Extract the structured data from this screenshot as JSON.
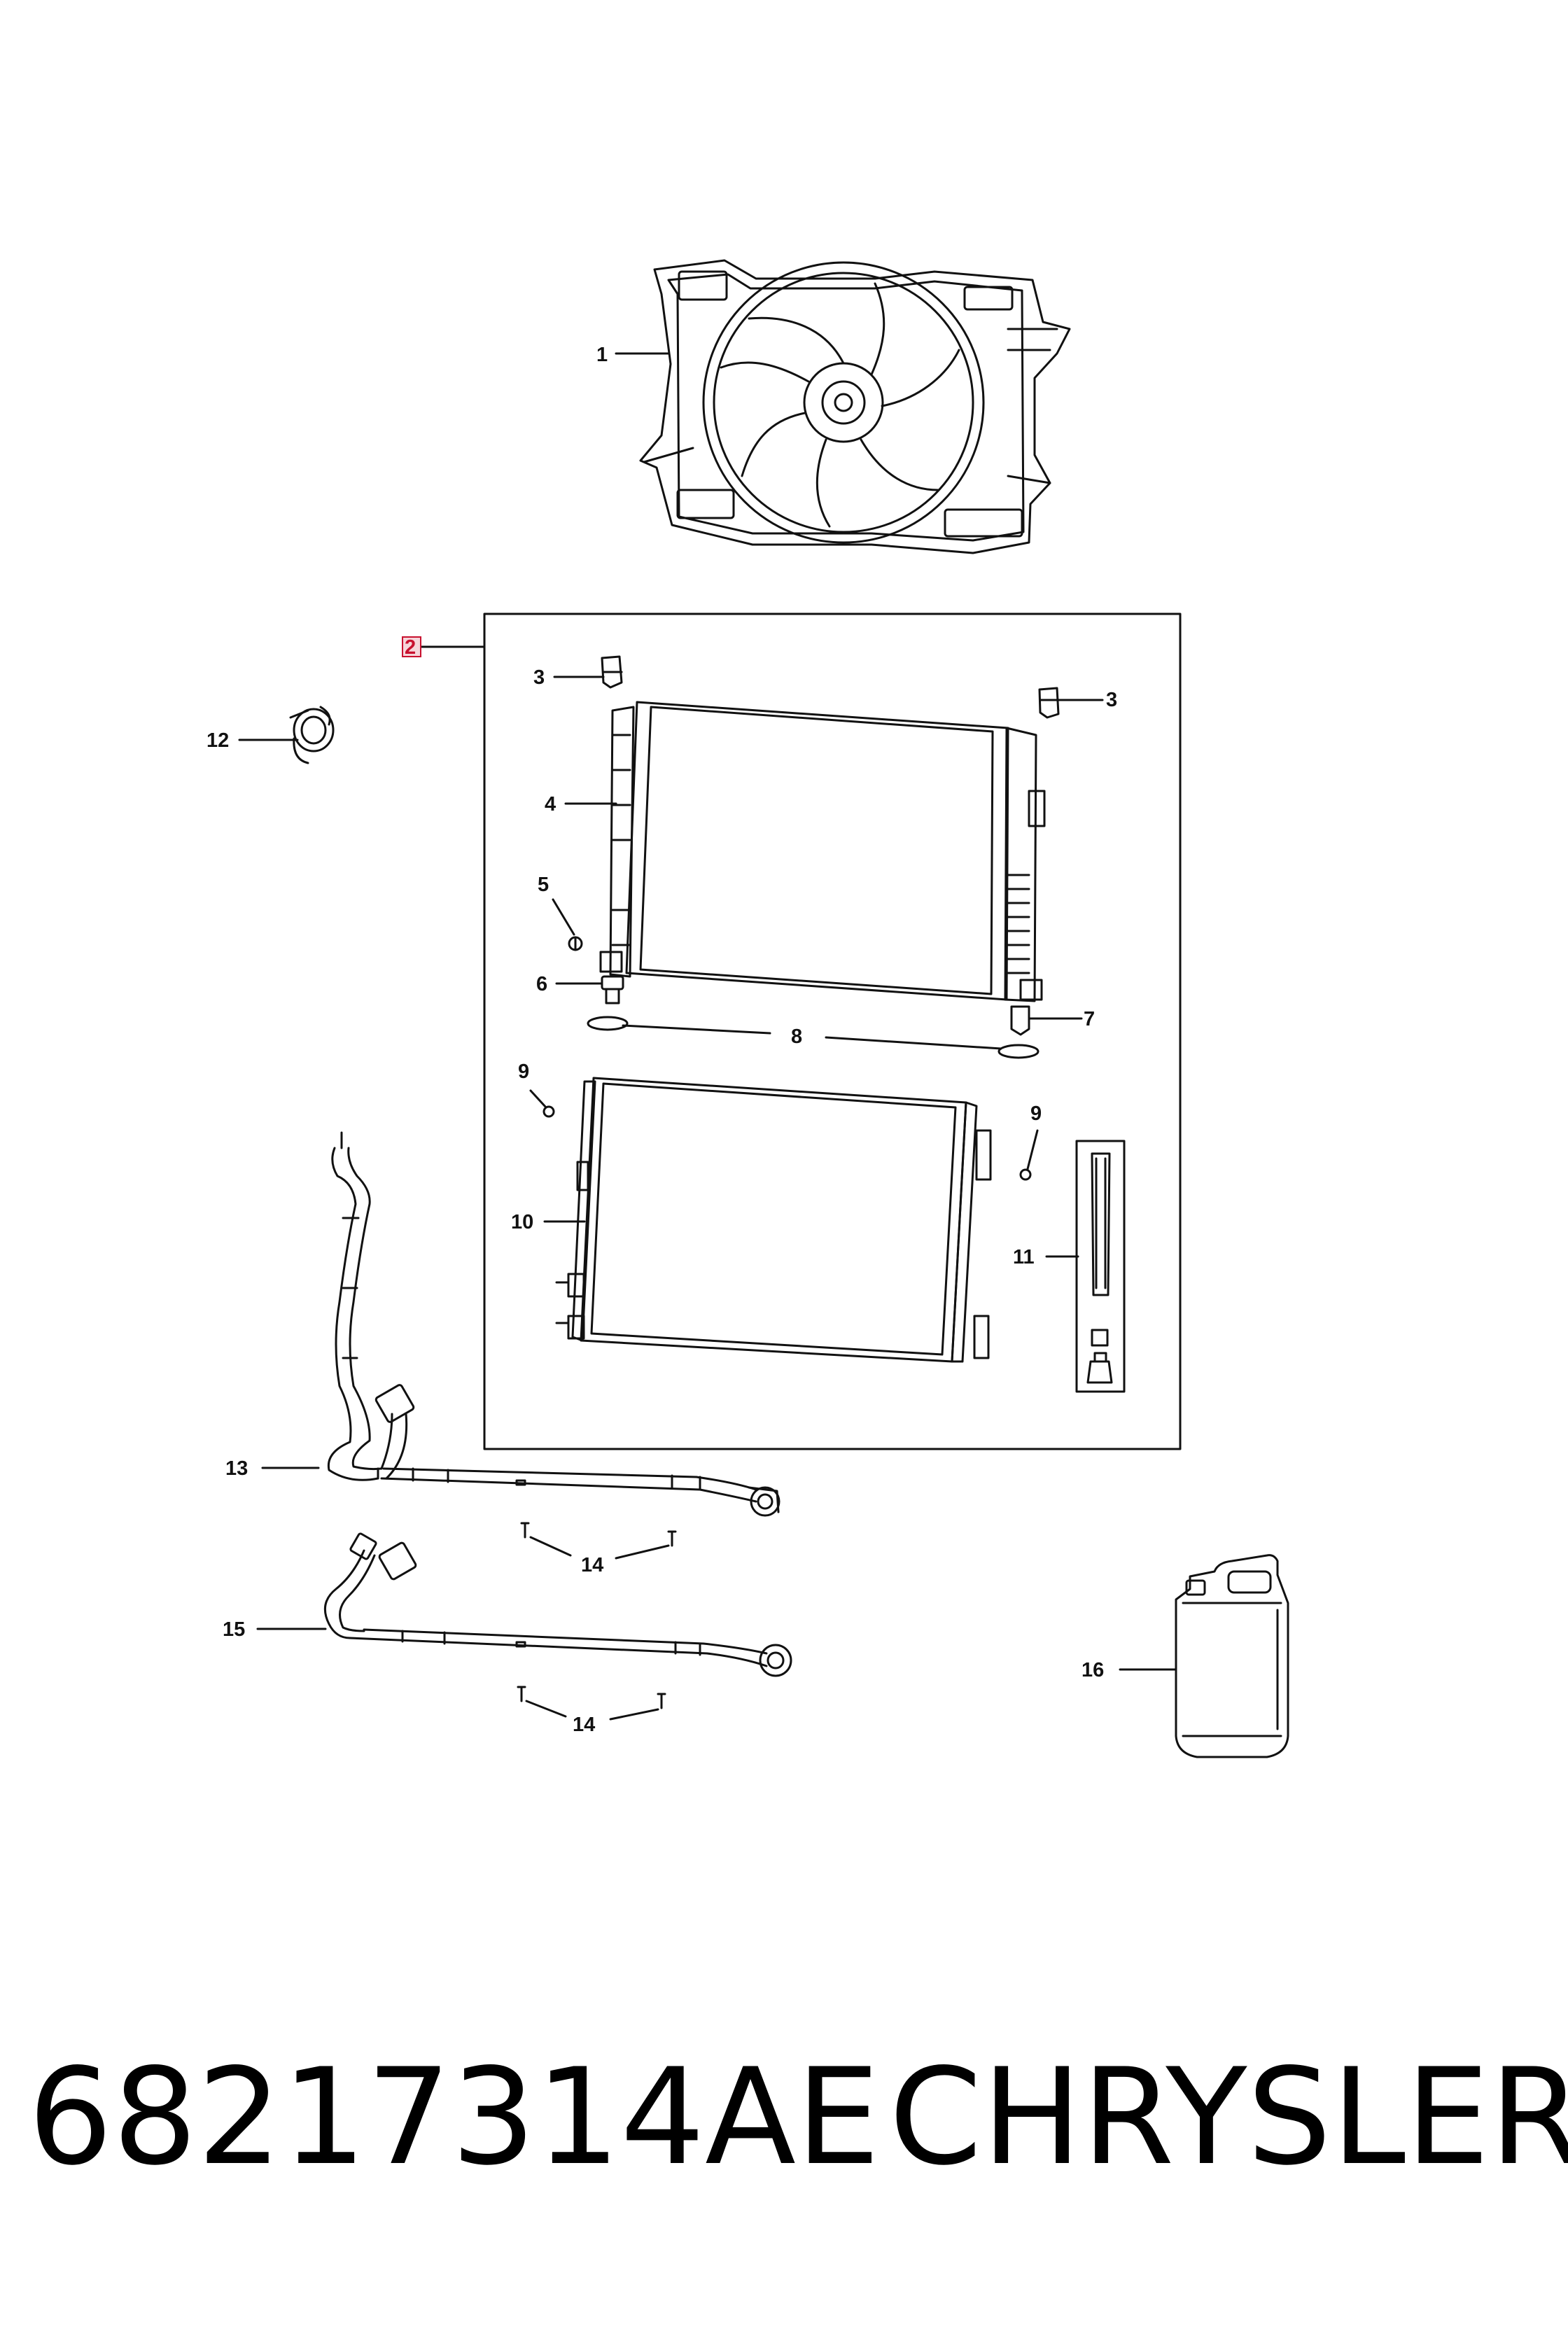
{
  "diagram": {
    "callouts": {
      "c1": "1",
      "c2": "2",
      "c3a": "3",
      "c3b": "3",
      "c4": "4",
      "c5": "5",
      "c6": "6",
      "c7": "7",
      "c8": "8",
      "c9a": "9",
      "c9b": "9",
      "c10": "10",
      "c11": "11",
      "c12": "12",
      "c13": "13",
      "c14a": "14",
      "c14b": "14",
      "c15": "15",
      "c16": "16"
    },
    "highlighted_callout": "2",
    "highlight_color": "#c8102e",
    "line_color": "#111111"
  },
  "footer": {
    "part_number": "68217314AE",
    "brand": "CHRYSLER"
  }
}
